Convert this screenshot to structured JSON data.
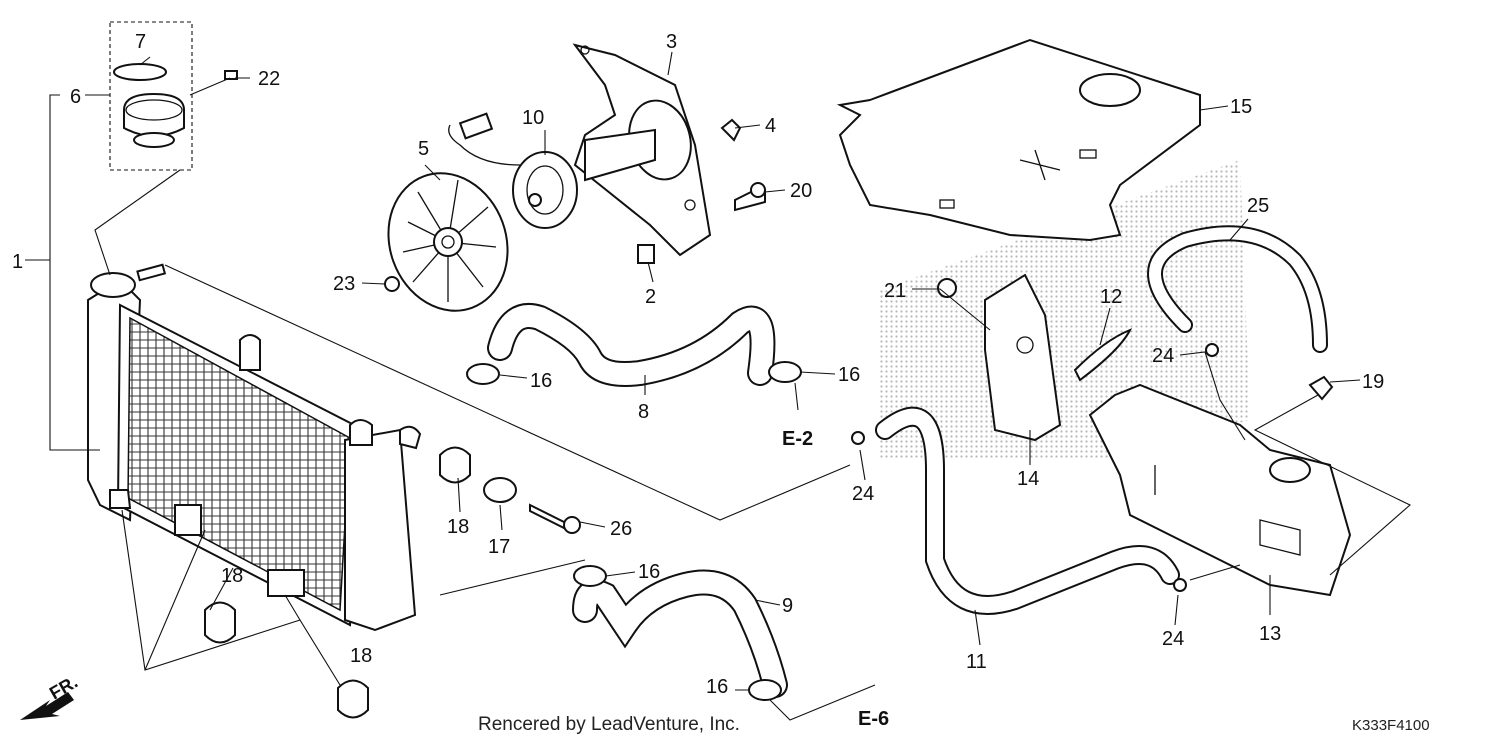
{
  "diagram": {
    "callouts": [
      "1",
      "2",
      "3",
      "4",
      "5",
      "6",
      "7",
      "8",
      "9",
      "10",
      "11",
      "12",
      "13",
      "14",
      "15",
      "16",
      "17",
      "18",
      "19",
      "20",
      "21",
      "22",
      "23",
      "24",
      "25",
      "26"
    ],
    "references": [
      "E-2",
      "E-6"
    ],
    "direction_label": "FR.",
    "footer_text": "Rencered by LeadVenture, Inc.",
    "diagram_code": "K333F4100"
  },
  "colors": {
    "line": "#111111",
    "background": "#ffffff",
    "shading": "#c8c8c8"
  }
}
